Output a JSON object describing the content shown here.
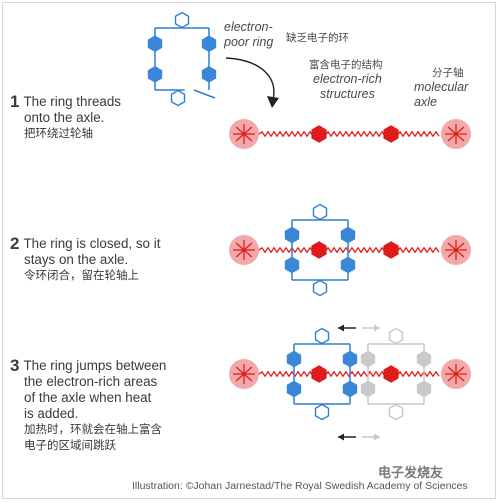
{
  "labels": {
    "electron_poor_ring": [
      "electron-",
      "poor ring"
    ],
    "electron_poor_ring_cn": "缺乏电子的环",
    "electron_rich_cn": "富含电子的结构",
    "electron_rich": [
      "electron-rich",
      "structures"
    ],
    "axle_cn": "分子轴",
    "axle": [
      "molecular",
      "axle"
    ]
  },
  "steps": [
    {
      "number": "1",
      "lines": [
        "The ring threads",
        "onto the axle."
      ],
      "cn": [
        "把环绕过轮轴"
      ]
    },
    {
      "number": "2",
      "lines": [
        "The ring is closed, so it",
        "stays on the axle."
      ],
      "cn": [
        "令环闭合，留在轮轴上"
      ]
    },
    {
      "number": "3",
      "lines": [
        "The ring jumps between",
        "the electron-rich areas",
        "of the axle when heat",
        "is added."
      ],
      "cn": [
        "加热时，环就会在轴上富含",
        "电子的区域间跳跃"
      ]
    }
  ],
  "credit": "Illustration: ©Johan Jarnestad/The Royal Swedish Academy of Sciences",
  "watermark": "电子发烧友",
  "colors": {
    "ring": "#2f7fd0",
    "ring_node": "#3a86d8",
    "axle": "#e01b1b",
    "stopper": "#f2a8a8",
    "ghost": "#c9c9c9",
    "arrow": "#222222"
  }
}
